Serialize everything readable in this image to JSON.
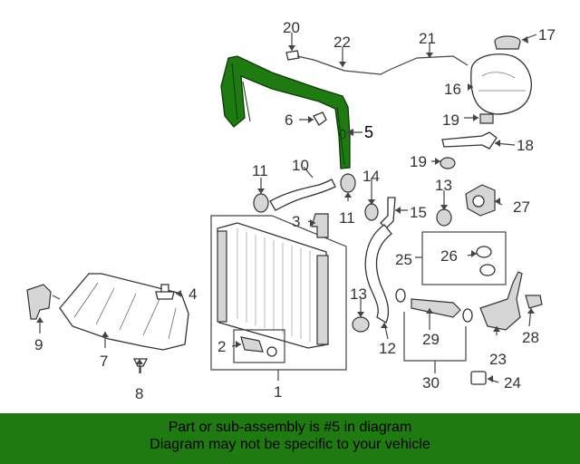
{
  "diagram": {
    "highlight_color": "#1f7a11",
    "callouts": {
      "c1": "1",
      "c2": "2",
      "c3": "3",
      "c4": "4",
      "c5": "5",
      "c6": "6",
      "c7": "7",
      "c8": "8",
      "c9": "9",
      "c10": "10",
      "c11a": "11",
      "c11b": "11",
      "c12": "12",
      "c13a": "13",
      "c13b": "13",
      "c14": "14",
      "c15": "15",
      "c16": "16",
      "c17": "17",
      "c18": "18",
      "c19a": "19",
      "c19b": "19",
      "c20": "20",
      "c21": "21",
      "c22": "22",
      "c23": "23",
      "c24": "24",
      "c25": "25",
      "c26": "26",
      "c27": "27",
      "c28": "28",
      "c29": "29",
      "c30": "30"
    }
  },
  "banner": {
    "line1": "Part or sub-assembly is #5 in diagram",
    "line2": "Diagram may not be specific to your vehicle"
  }
}
